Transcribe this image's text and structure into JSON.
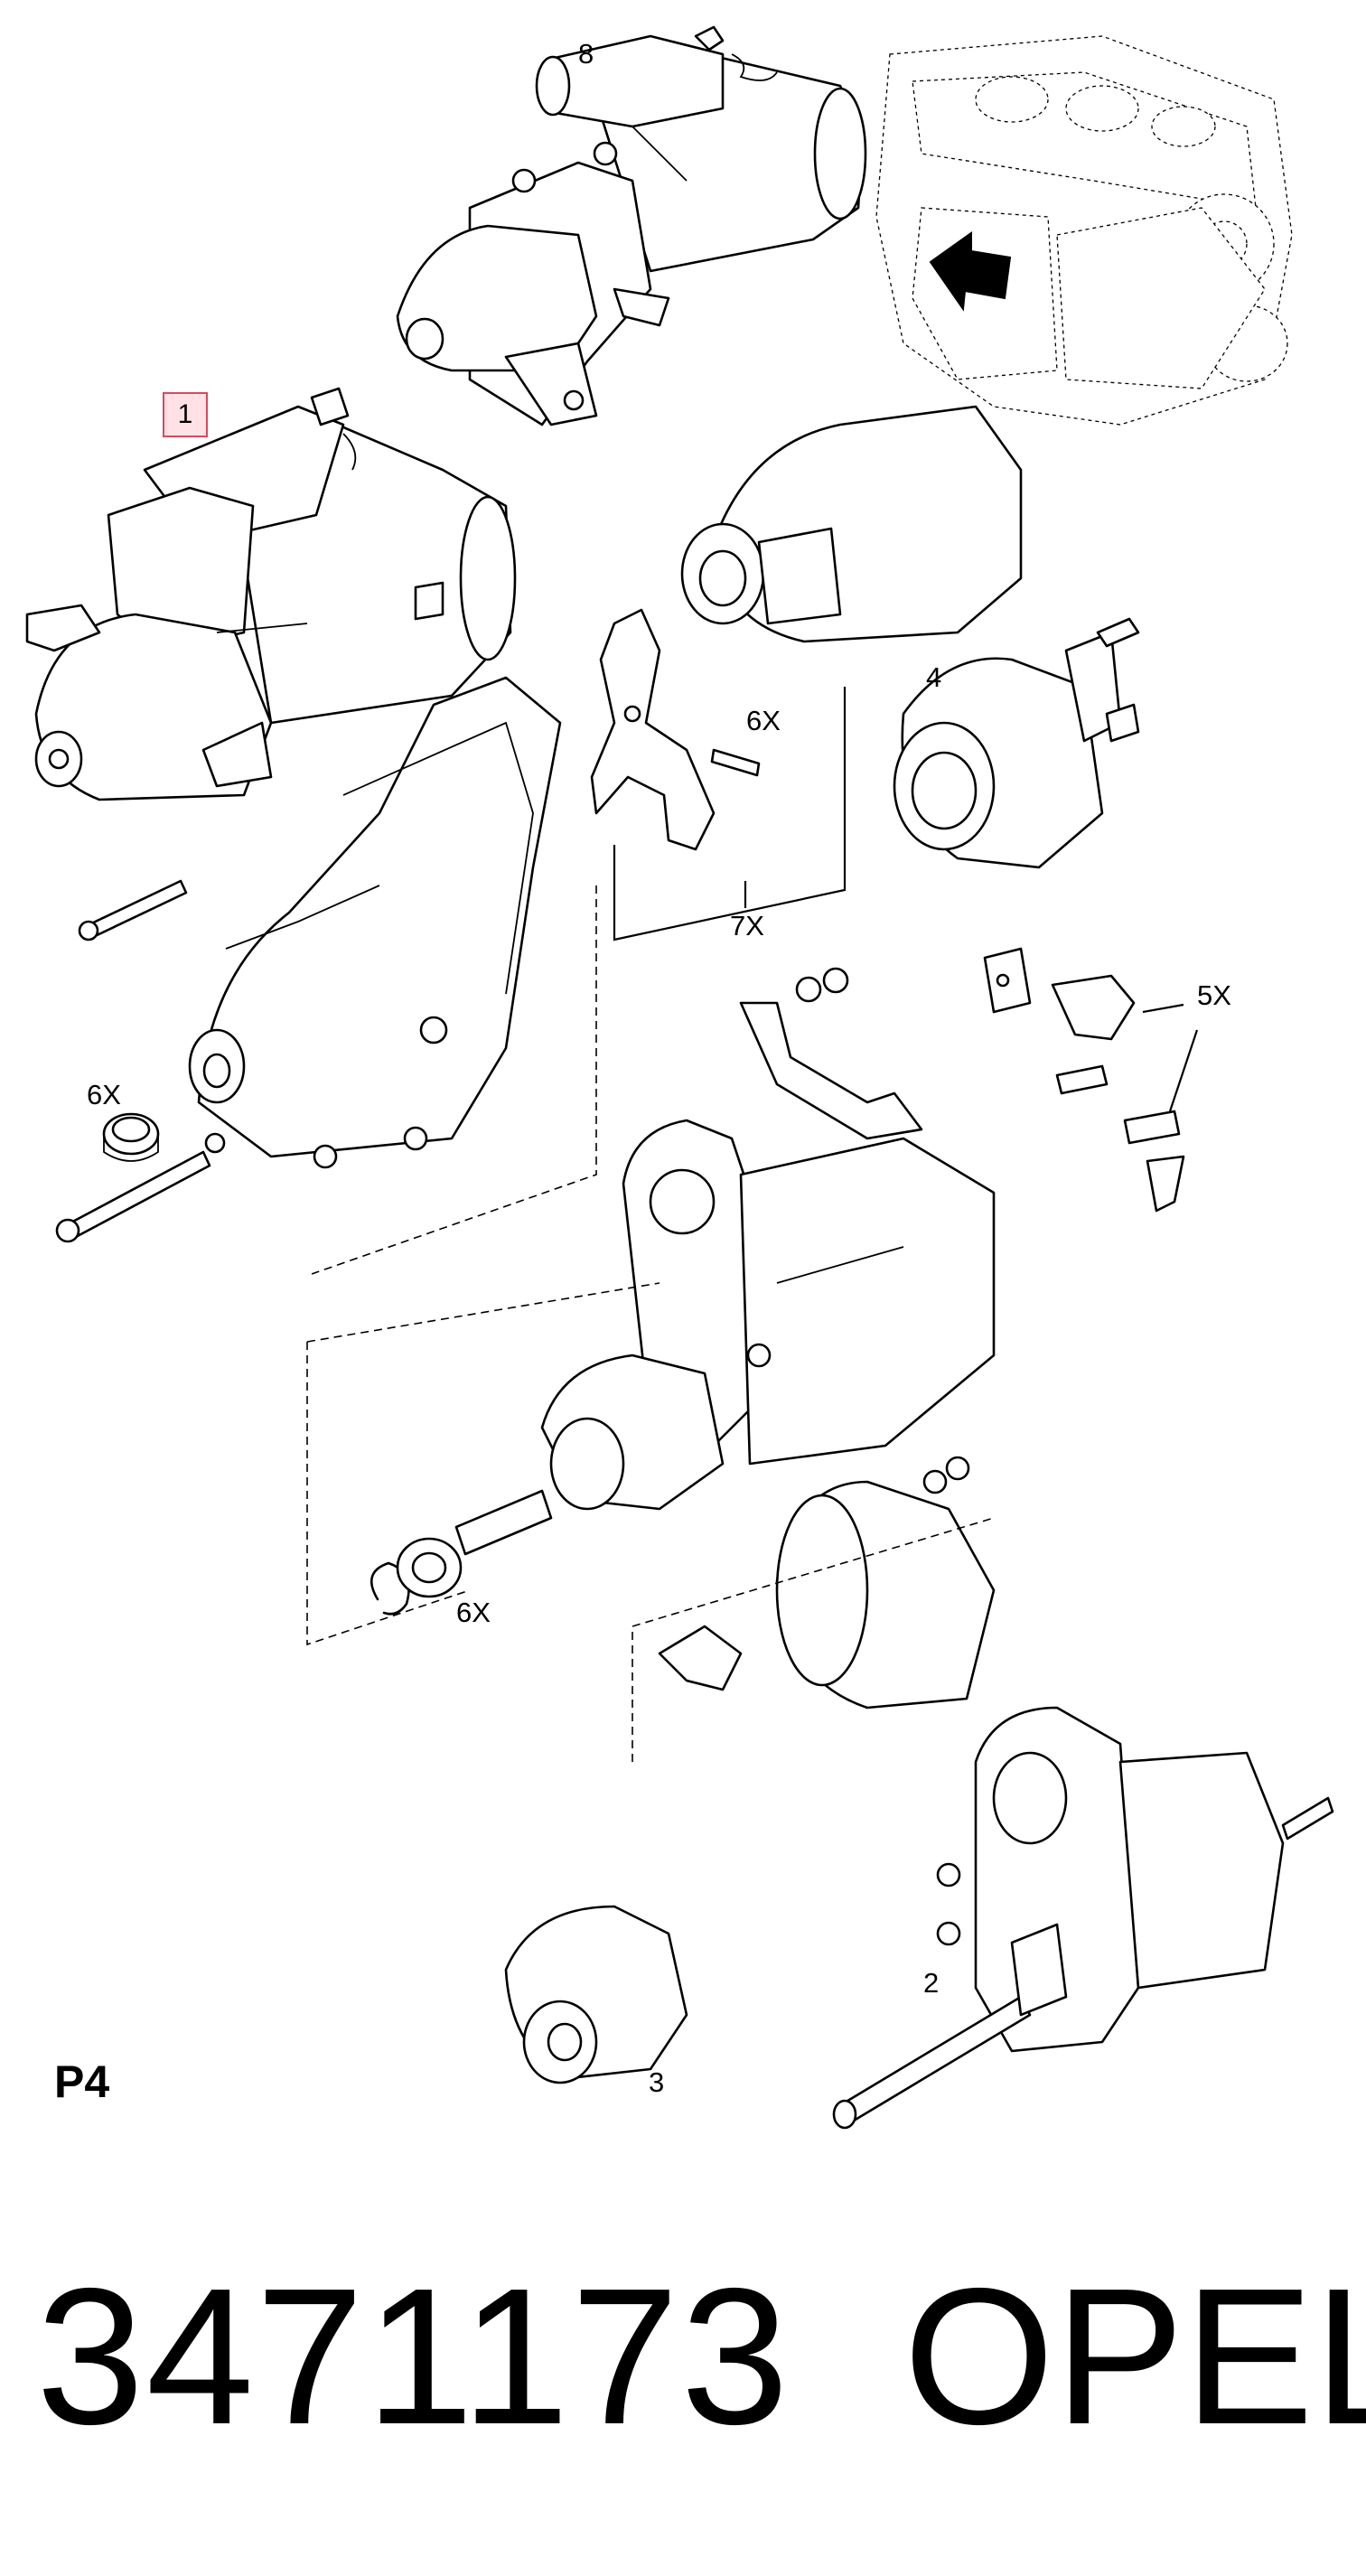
{
  "diagram": {
    "callouts": {
      "c1": "1",
      "c2": "2",
      "c3": "3",
      "c4": "4",
      "c5": "5X",
      "c6a": "6X",
      "c6b": "6X",
      "c6c": "6X",
      "c7": "7X",
      "c8": "8"
    },
    "highlighted_callout": "1",
    "highlight_color": "#f7c6cf"
  },
  "footer": {
    "page_code": "P4",
    "part_number": "3471173",
    "brand": "OPEL"
  },
  "icons": {
    "engine_arrow": "arrow-icon"
  }
}
